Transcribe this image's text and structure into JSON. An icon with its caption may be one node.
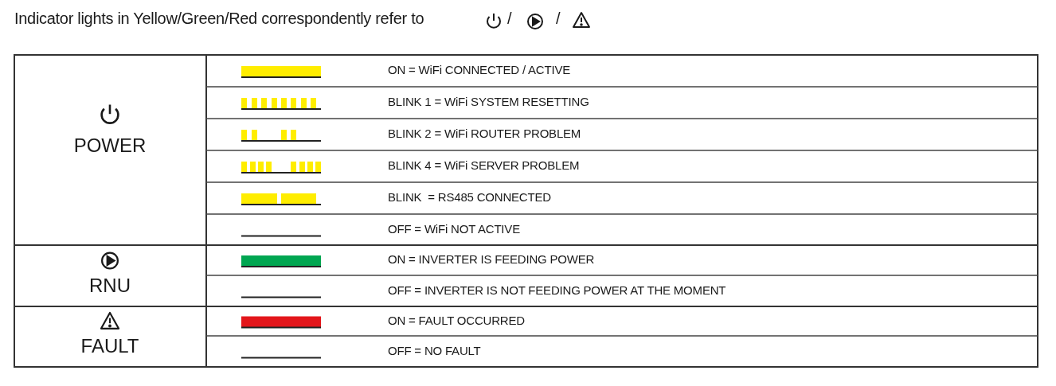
{
  "diagram": {
    "title": "Indicator lights in Yellow/Green/Red correspondently refer to",
    "labels": [
      "/",
      "/",
      "POWER",
      "ON = WiFi CONNECTED / ACTIVE",
      "BLINK 1 = WiFi SYSTEM RESETTING",
      "BLINK 2 = WiFi ROUTER PROBLEM",
      "BLINK 4 = WiFi SERVER PROBLEM",
      "BLINK  = RS485 CONNECTED",
      "OFF = WiFi NOT ACTIVE",
      "RNU",
      "ON = INVERTER IS FEEDING POWER",
      "OFF = INVERTER IS NOT FEEDING POWER AT THE MOMENT",
      "FAULT",
      "ON = FAULT OCCURRED",
      "OFF = NO FAULT"
    ]
  }
}
